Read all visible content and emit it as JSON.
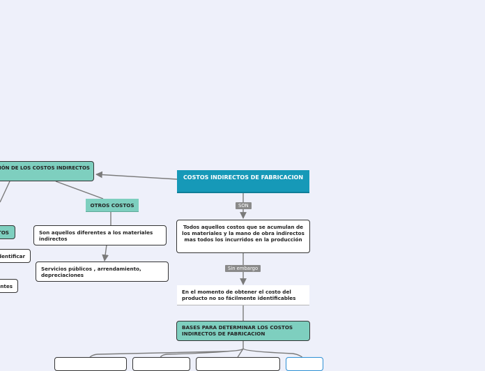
{
  "colors": {
    "background": "#eef0fa",
    "root": "#1699b8",
    "teal": "#7ecfbf",
    "connector": "#7a7a7a",
    "label": "#8a8a8a",
    "formula_border": "#2d8fd4"
  },
  "root": {
    "text": "COSTOS INDIRECTOS DE FABRICACION"
  },
  "labels": {
    "son": "SON",
    "sin_embargo": "Sin embargo"
  },
  "nodes": {
    "definicion": "Todos aquellos costos que se acumulan de los materiales y la mano de obra indirectos mas todos los incurridos en la producción",
    "momento": "En el momento de obtener el costo del producto no so fácilmente identificables",
    "bases": "BASES PARA DETERMINAR LOS COSTOS INDIRECTOS DE FABRICACION",
    "clasificacion": "FICACIÓN DE LOS COSTOS INDIRECTOS",
    "otros_costos": "OTROS COSTOS",
    "otros_desc": "Son aquellos diferentes a los materiales indirectos",
    "servicios": "Servicios públicos , arrendamiento, depreciaciones",
    "left_teal": "TOS",
    "left_identificar": "dentificar",
    "left_antes": "antes"
  }
}
